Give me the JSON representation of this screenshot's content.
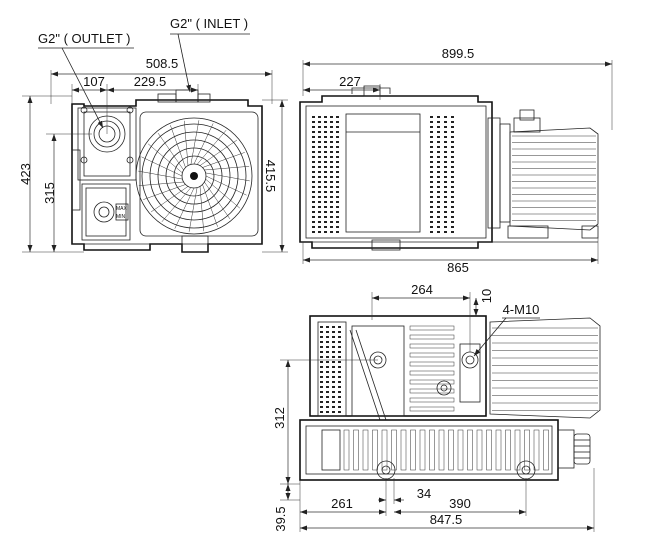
{
  "callouts": {
    "outlet": "G2\"  ( OUTLET )",
    "inlet": "G2\"  ( INLET )",
    "bolts": "4-M10",
    "valve_max": "MAX",
    "valve_min": "MIN"
  },
  "front_view": {
    "width_overall": "508.5",
    "dim_107": "107",
    "dim_229_5": "229.5",
    "height_423": "423",
    "height_315": "315",
    "height_415_5": "415.5"
  },
  "side_view": {
    "length_overall": "899.5",
    "dim_227": "227",
    "base_865": "865"
  },
  "top_view": {
    "dim_264": "264",
    "dim_10": "10",
    "dim_312": "312",
    "dim_39_5": "39.5",
    "dim_261": "261",
    "dim_34": "34",
    "dim_390": "390",
    "dim_847_5": "847.5"
  }
}
